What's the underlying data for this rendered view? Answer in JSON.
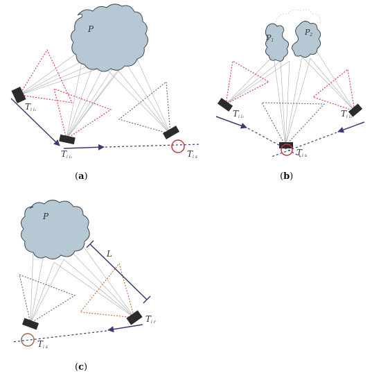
{
  "panels": {
    "a": {
      "caption_open": "(",
      "caption_letter": "a",
      "caption_close": ")",
      "object_label": "P",
      "cam1_main": "T",
      "cam1_sub": "i i₁",
      "cam2_main": "T",
      "cam2_sub": "i i₂",
      "cam3_main": "T",
      "cam3_sub": "i s"
    },
    "b": {
      "caption_open": "(",
      "caption_letter": "b",
      "caption_close": ")",
      "part1_label": "P",
      "part1_sub": "1",
      "part2_label": "P",
      "part2_sub": "2",
      "cam1_main": "T",
      "cam1_sub": "i i₁",
      "cam2_main": "T",
      "cam2_sub": "i s",
      "cam3_main": "T",
      "cam3_sub": "i i₂"
    },
    "c": {
      "caption_open": "(",
      "caption_letter": "c",
      "caption_close": ")",
      "object_label": "P",
      "distance_label": "L",
      "cam1_main": "T",
      "cam1_sub": "i s",
      "cam2_main": "T",
      "cam2_sub": "i r"
    }
  },
  "colors": {
    "cloud_fill": "#b5c8d3",
    "cloud_stroke": "#3e4852",
    "camera": "#2b2b2b",
    "ray": "#aaaaaa",
    "frustum_red": "#e0313b",
    "frustum_blue": "#5a5f9a",
    "frustum_orange": "#c86a3a",
    "arrow": "#3b3a72",
    "circle": "#c0393e",
    "circle_brown": "#9a6a55"
  }
}
